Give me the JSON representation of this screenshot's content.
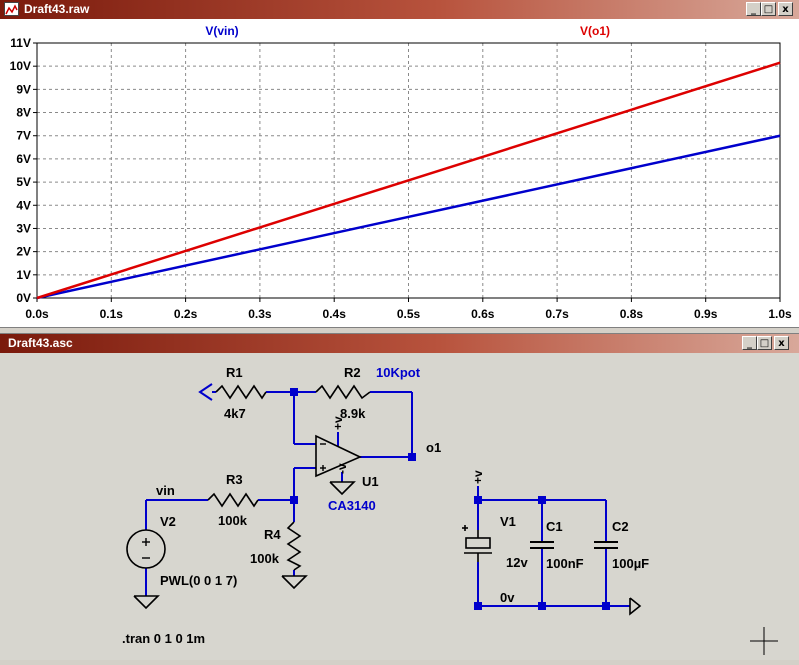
{
  "waveform_window": {
    "title": "Draft43.raw",
    "buttons": {
      "minimize": "_",
      "maximize": "□",
      "close": "x"
    }
  },
  "schematic_window": {
    "title": "Draft43.asc",
    "buttons": {
      "minimize": "_",
      "maximize": "□",
      "close": "x"
    }
  },
  "chart_data": {
    "type": "line",
    "title": "",
    "xlabel": "",
    "ylabel": "",
    "xlim": [
      0,
      1.0
    ],
    "ylim": [
      0,
      11
    ],
    "grid": true,
    "x_ticks": [
      "0.0s",
      "0.1s",
      "0.2s",
      "0.3s",
      "0.4s",
      "0.5s",
      "0.6s",
      "0.7s",
      "0.8s",
      "0.9s",
      "1.0s"
    ],
    "y_ticks": [
      "0V",
      "1V",
      "2V",
      "3V",
      "4V",
      "5V",
      "6V",
      "7V",
      "8V",
      "9V",
      "10V",
      "11V"
    ],
    "series": [
      {
        "name": "V(vin)",
        "color": "#0000cc",
        "x": [
          0,
          1.0
        ],
        "y": [
          0,
          7.0
        ]
      },
      {
        "name": "V(o1)",
        "color": "#dd0000",
        "x": [
          0,
          1.0
        ],
        "y": [
          0,
          10.15
        ]
      }
    ]
  },
  "schematic": {
    "colors": {
      "wire": "#0000cc",
      "label": "#000000",
      "accent": "#0000cc"
    },
    "labels": {
      "r1_name": "R1",
      "r1_value": "4k7",
      "r2_name": "R2",
      "r2_value": "8.9k",
      "r2_note": "10Kpot",
      "r3_name": "R3",
      "r3_value": "100k",
      "r4_name": "R4",
      "r4_value": "100k",
      "u1_name": "U1",
      "u1_model": "CA3140",
      "v2_name": "V2",
      "v2_value": "PWL(0 0 1 7)",
      "v1_name": "V1",
      "v1_value": "12v",
      "c1_name": "C1",
      "c1_value": "100nF",
      "c2_name": "C2",
      "c2_value": "100µF",
      "net_vin": "vin",
      "net_o1": "o1",
      "net_0v": "0v",
      "supply_pos_op": "+v",
      "supply_neg_op": "-v",
      "supply_pos_batt": "+v",
      "directive": ".tran 0 1 0 1m"
    }
  }
}
